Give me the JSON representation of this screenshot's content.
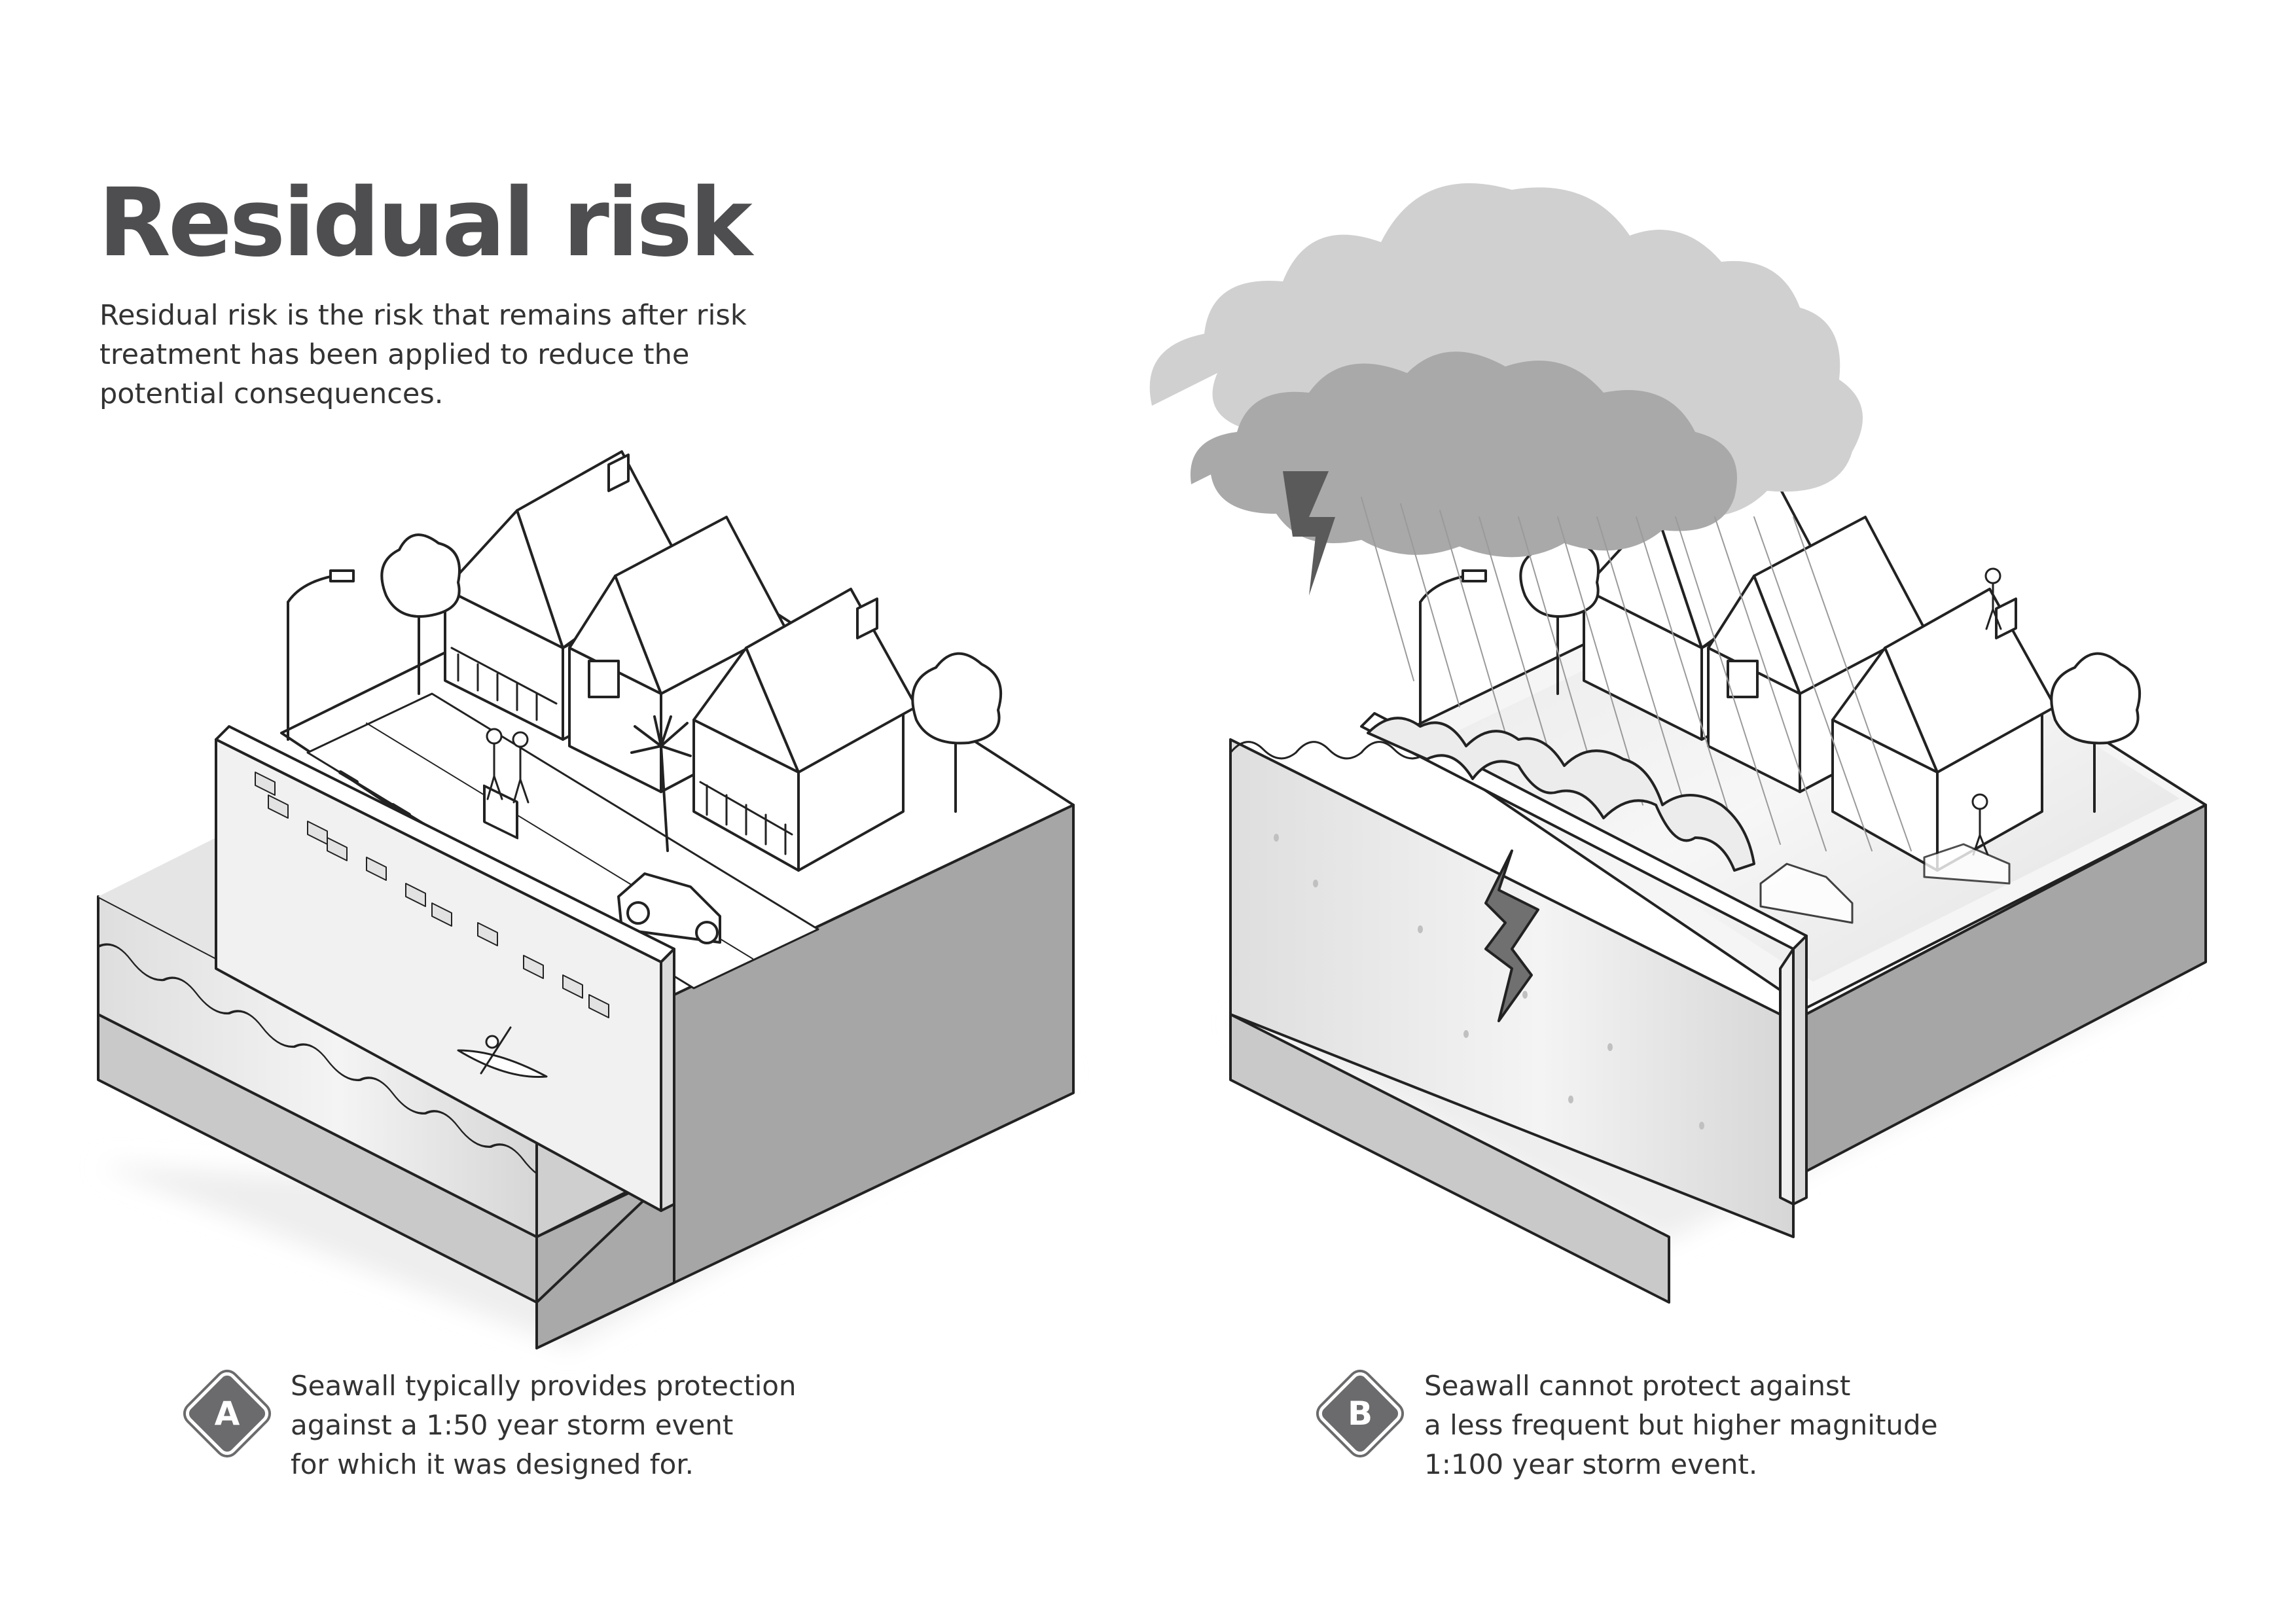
{
  "title": "Residual risk",
  "intro_lines": [
    "Residual risk is the risk that remains after risk",
    "treatment has been applied to reduce the",
    "potential consequences."
  ],
  "panels": [
    {
      "badge": "A",
      "caption_lines": [
        "Seawall typically provides protection",
        "against a 1:50 year storm event",
        "for which it was designed for."
      ]
    },
    {
      "badge": "B",
      "caption_lines": [
        "Seawall cannot protect against",
        "a less frequent but higher magnitude",
        "1:100 year storm event."
      ]
    }
  ],
  "colors": {
    "heading": "#4e4e50",
    "text": "#333333",
    "badge": "#6b6b6d",
    "water": "#d7d7d7",
    "ground": "#a2a2a2",
    "cloud": "#b4b4b4"
  }
}
